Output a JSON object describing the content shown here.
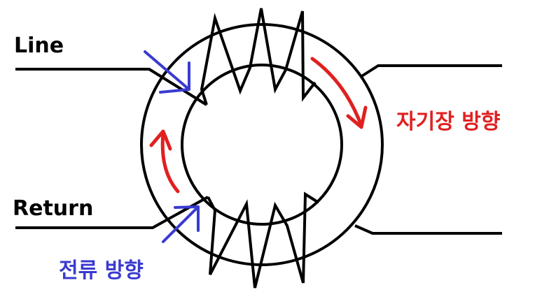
{
  "labels": {
    "line": "Line",
    "return": "Return",
    "field_direction": "자기장 방향",
    "current_direction": "전류 방향"
  },
  "colors": {
    "wire": "#000000",
    "current_arrow": "#3a3ad0",
    "field_arrow": "#e02020",
    "background": "#ffffff"
  }
}
